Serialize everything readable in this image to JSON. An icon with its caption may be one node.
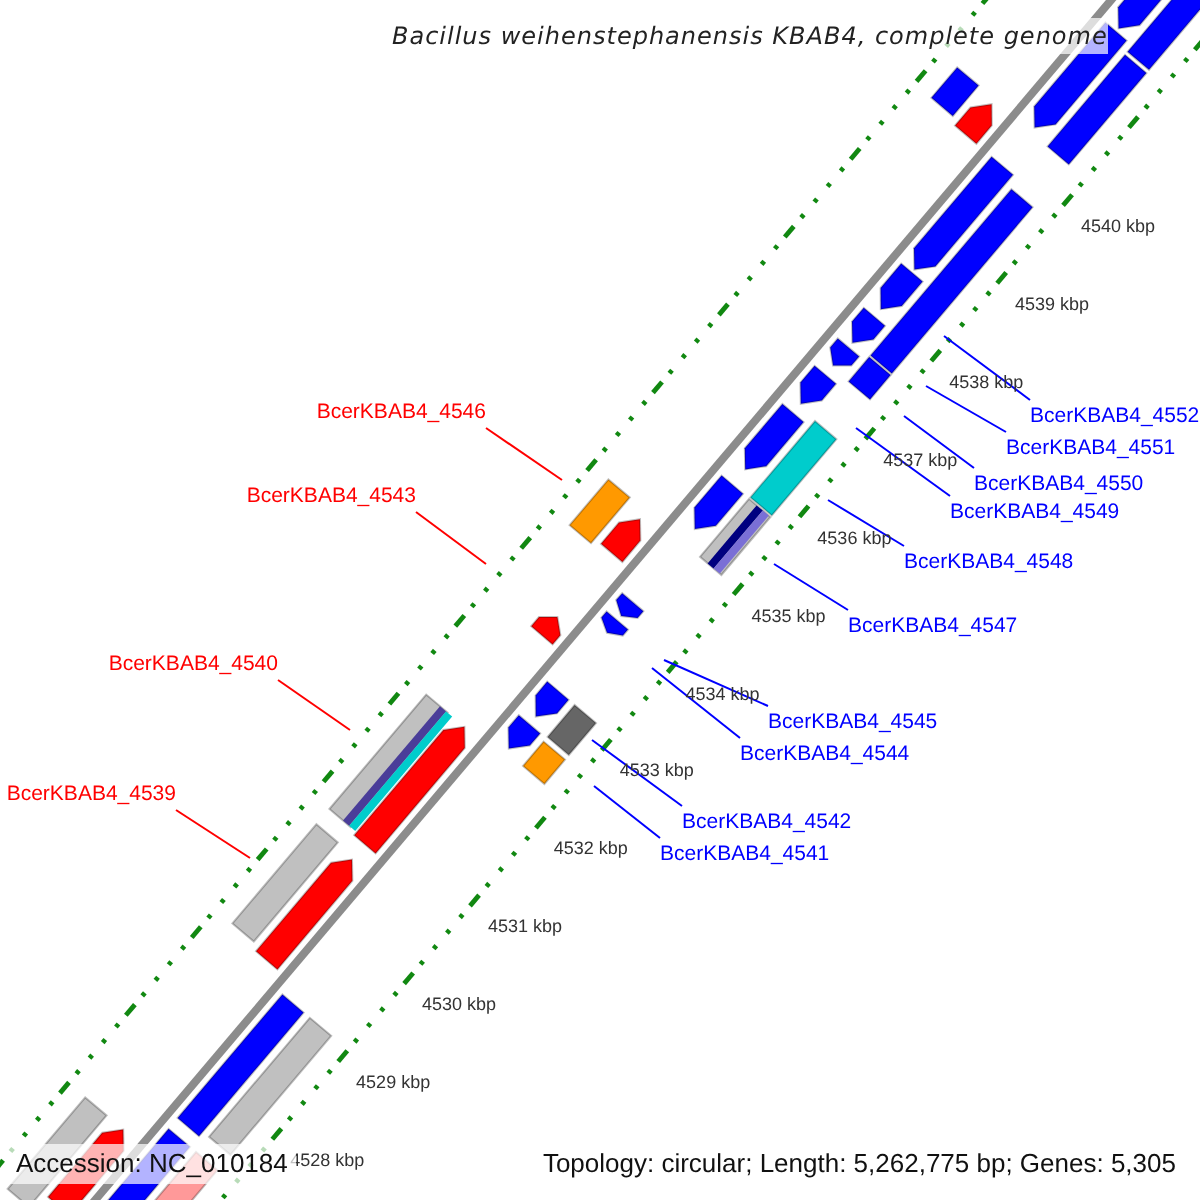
{
  "diagram": {
    "title": "Bacillus weihenstephanensis KBAB4, complete genome",
    "nodes": [
      {
        "text": [
          "BcerKBAB4_4546"
        ]
      },
      {
        "text": [
          "BcerKBAB4_4543"
        ]
      },
      {
        "text": [
          "BcerKBAB4_4540"
        ]
      },
      {
        "text": [
          "BcerKBAB4_4539"
        ]
      },
      {
        "text": [
          "BcerKBAB4_4552"
        ]
      },
      {
        "text": [
          "BcerKBAB4_4551"
        ]
      },
      {
        "text": [
          "BcerKBAB4_4550"
        ]
      },
      {
        "text": [
          "BcerKBAB4_4549"
        ]
      },
      {
        "text": [
          "BcerKBAB4_4548"
        ]
      },
      {
        "text": [
          "BcerKBAB4_4547"
        ]
      },
      {
        "text": [
          "BcerKBAB4_4545"
        ]
      },
      {
        "text": [
          "BcerKBAB4_4544"
        ]
      },
      {
        "text": [
          "BcerKBAB4_4542"
        ]
      },
      {
        "text": [
          "BcerKBAB4_4541"
        ]
      }
    ],
    "edges": [
      {
        "from": 0,
        "to": null,
        "arrow": "none",
        "color": "#ff0000"
      },
      {
        "from": 1,
        "to": null,
        "arrow": "none",
        "color": "#ff0000"
      },
      {
        "from": 2,
        "to": null,
        "arrow": "none",
        "color": "#ff0000"
      },
      {
        "from": 3,
        "to": null,
        "arrow": "none",
        "color": "#ff0000"
      },
      {
        "from": 4,
        "to": null,
        "arrow": "none"
      },
      {
        "from": 5,
        "to": null,
        "arrow": "none"
      },
      {
        "from": 6,
        "to": null,
        "arrow": "none"
      },
      {
        "from": 7,
        "to": null,
        "arrow": "none"
      },
      {
        "from": 8,
        "to": null,
        "arrow": "none"
      },
      {
        "from": 9,
        "to": null,
        "arrow": "none"
      },
      {
        "from": 10,
        "to": null,
        "arrow": "none"
      },
      {
        "from": 11,
        "to": null,
        "arrow": "none"
      },
      {
        "from": 12,
        "to": null,
        "arrow": "none"
      },
      {
        "from": 13,
        "to": null,
        "arrow": "none"
      }
    ],
    "labels": [
      "4540 kbp",
      "4539 kbp",
      "4538 kbp",
      "4537 kbp",
      "4536 kbp",
      "4535 kbp",
      "4534 kbp",
      "4533 kbp",
      "4532 kbp",
      "4531 kbp",
      "4530 kbp",
      "4529 kbp",
      "4528 kbp",
      "Accession: NC_010184",
      "Topology: circular; Length: 5,262,775 bp; Genes: 5,305"
    ]
  }
}
